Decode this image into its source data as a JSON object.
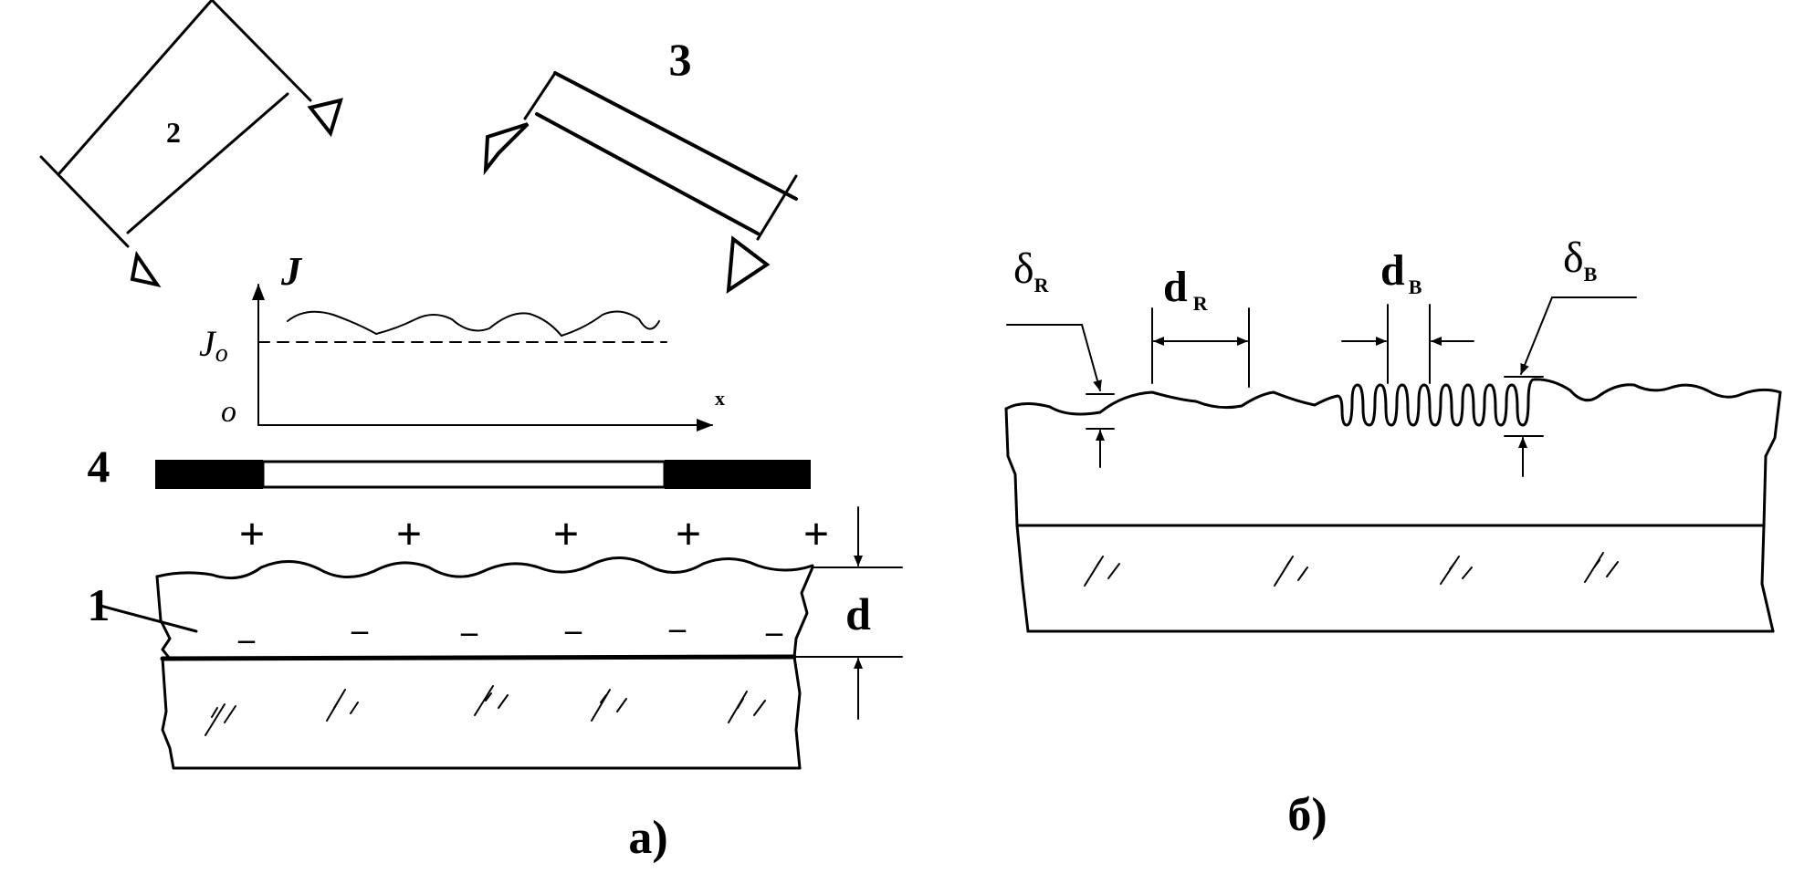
{
  "panel_a": {
    "caption": "а)",
    "labels": {
      "beam_2": "2",
      "beam_3": "3",
      "mask": "4",
      "film": "1",
      "thickness": "d",
      "axis_y": "J",
      "level": "J",
      "level_sub": "o",
      "origin": "o",
      "axis_x": "x"
    },
    "charges_positive": [
      "+",
      "+",
      "+",
      "+",
      "+"
    ],
    "charges_negative": [
      "–",
      "–",
      "–",
      "–",
      "–",
      "–"
    ]
  },
  "panel_b": {
    "caption": "б)",
    "labels": {
      "delta": "δ",
      "delta_r_sub": "R",
      "d": "d",
      "d_r_sub": "R",
      "d_b_sub": "B",
      "delta_b_sub": "B"
    }
  },
  "colors": {
    "ink": "#000000",
    "paper": "#ffffff"
  }
}
